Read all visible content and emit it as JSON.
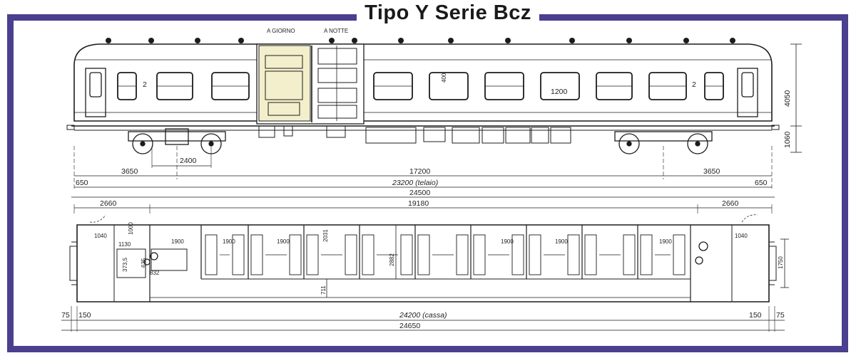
{
  "title": "Tipo Y  Serie Bcz",
  "frame_color": "#4b3f8f",
  "compartment_headings": {
    "day": "A GIORNO",
    "night": "A NOTTE"
  },
  "side_view": {
    "class_mark_left": "2",
    "class_mark_right": "2",
    "window_label_height": "400",
    "window_label_width": "1200",
    "height_total": "4050",
    "height_floor": "1060",
    "bogie_wheelbase": "2400",
    "bogie_pivot_left": "3650",
    "bogie_pivot_right": "3650",
    "bogie_centres": "17200",
    "frame_overhang_left": "650",
    "frame_overhang_right": "650",
    "frame_length": "23200 (telaio)",
    "body_length_side": "24500"
  },
  "plan_view": {
    "end_overhang_left": "2660",
    "end_overhang_right": "2660",
    "compartments_span": "19180",
    "vestibule_left": "1040",
    "vestibule_right": "1040",
    "toilet_width": "1130",
    "toilet_depth": "1000",
    "cab_depth": "832",
    "service_a": "635",
    "service_b": "373,5",
    "compartment_length": "1900",
    "corridor_length": "2031",
    "inner_width": "2882",
    "corridor_width": "711",
    "end_width": "1750",
    "buffer_left": "75",
    "end_left": "150",
    "end_right": "150",
    "buffer_right": "75",
    "body_length": "24200 (cassa)",
    "overall_length": "24650"
  }
}
